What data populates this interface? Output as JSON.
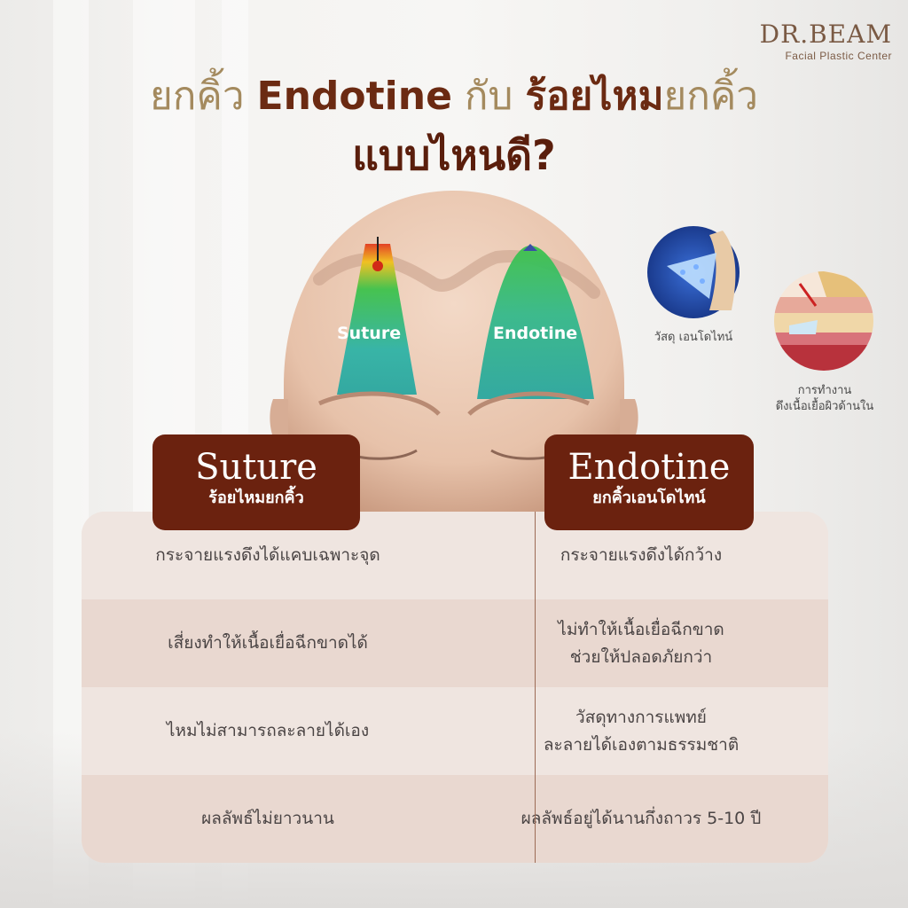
{
  "logo": {
    "name": "DR.BEAM",
    "subtitle": "Facial Plastic Center"
  },
  "title": {
    "line1_part1": "ยกคิ้ว ",
    "line1_part2": "Endotine",
    "line1_part3": " กับ ",
    "line1_part4": "ร้อยไหม",
    "line1_part5": "ยกคิ้ว",
    "line2": "แบบไหนดี?"
  },
  "illustration": {
    "left_label": "Suture",
    "right_label": "Endotine",
    "material_caption": "วัสดุ เอนโดไทน์",
    "mechanism_caption_line1": "การทำงาน",
    "mechanism_caption_line2": "ดึงเนื้อเยื้อผิวด้านใน"
  },
  "badges": {
    "left": {
      "title": "Suture",
      "subtitle": "ร้อยไหมยกคิ้ว"
    },
    "right": {
      "title": "Endotine",
      "subtitle": "ยกคิ้วเอนโดไทน์"
    }
  },
  "comparison": {
    "rows": [
      {
        "left": [
          "กระจายแรงดึงได้แคบเฉพาะจุด"
        ],
        "right": [
          "กระจายแรงดึงได้กว้าง"
        ]
      },
      {
        "left": [
          "เสี่ยงทำให้เนื้อเยื่อฉีกขาดได้"
        ],
        "right": [
          "ไม่ทำให้เนื้อเยื่อฉีกขาด",
          "ช่วยให้ปลอดภัยกว่า"
        ]
      },
      {
        "left": [
          "ไหมไม่สามารถละลายได้เอง"
        ],
        "right": [
          "วัสดุทางการแพทย์",
          "ละลายได้เองตามธรรมชาติ"
        ]
      },
      {
        "left": [
          "ผลลัพธ์ไม่ยาวนาน"
        ],
        "right": [
          "ผลลัพธ์อยู่ได้นานกึ่งถาวร 5-10 ปี"
        ]
      }
    ]
  },
  "colors": {
    "brand_brown": "#6b220f",
    "gold": "#a48a5e",
    "teal": "#2fb3a6",
    "green": "#3ec24a"
  }
}
